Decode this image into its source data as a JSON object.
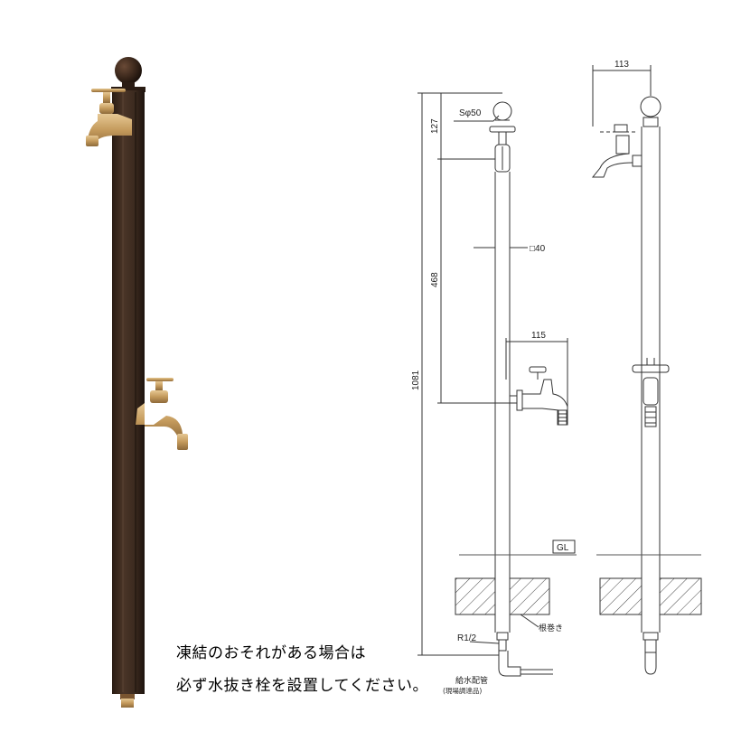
{
  "warning": {
    "line1": "凍結のおそれがある場合は",
    "line2": "必ず水抜き栓を設置してください。"
  },
  "dimensions": {
    "sphere": "Sφ50",
    "top_height": "127",
    "post_size": "□40",
    "faucet_spacing": "468",
    "total_height": "1081",
    "faucet_projection": "115",
    "top_width": "113"
  },
  "labels": {
    "ground_level": "GL",
    "root_wrap": "根巻き",
    "thread": "R1/2",
    "supply_pipe": "給水配管",
    "supply_pipe_note": "(現場調達品)"
  },
  "colors": {
    "post": "#3b2a20",
    "brass": "#c8a46a",
    "line": "#333333"
  }
}
